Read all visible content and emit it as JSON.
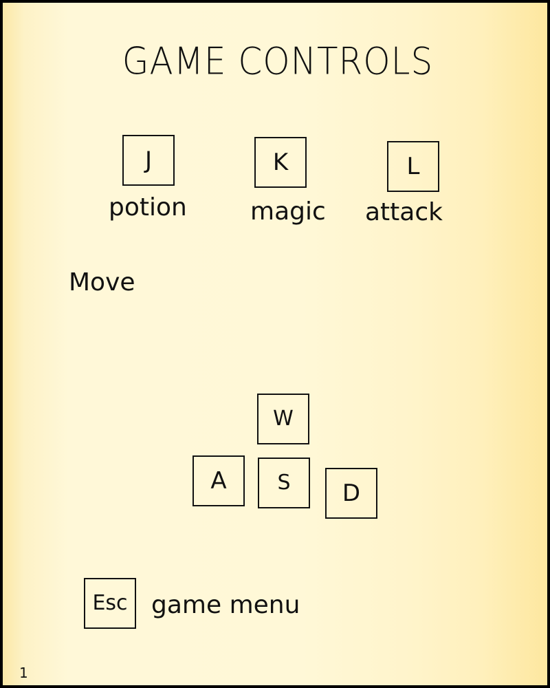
{
  "title": "GAME CONTROLS",
  "actions": {
    "j": {
      "key": "J",
      "label": "potion"
    },
    "k": {
      "key": "K",
      "label": "magic"
    },
    "l": {
      "key": "L",
      "label": "attack"
    }
  },
  "move": {
    "label": "Move",
    "w": "W",
    "a": "A",
    "s": "S",
    "d": "D"
  },
  "menu": {
    "key": "Esc",
    "label": "game menu"
  },
  "page_number": "1",
  "colors": {
    "paper": "#fff8d8",
    "edge": "#fde79f",
    "ink": "#111111"
  }
}
